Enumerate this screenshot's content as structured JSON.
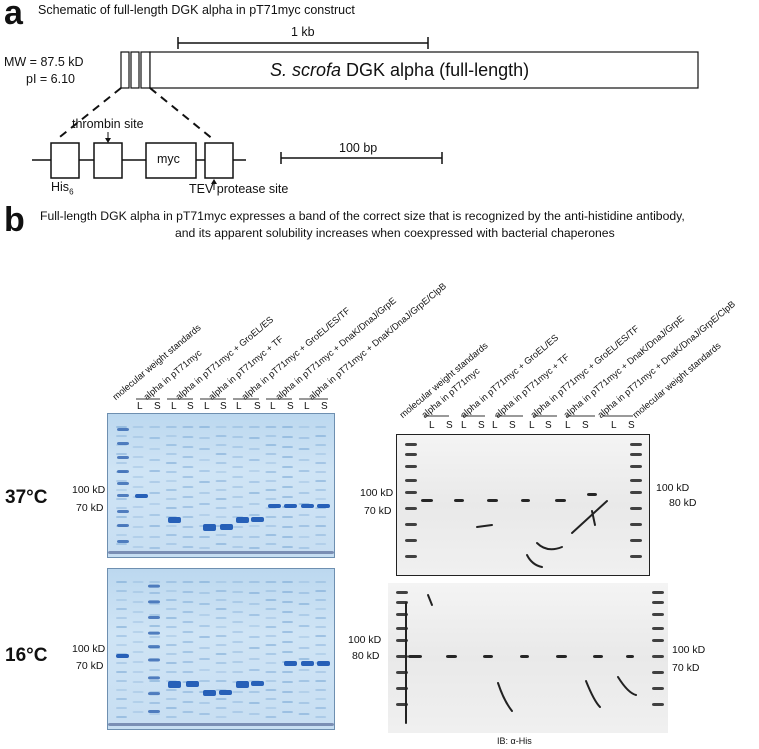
{
  "panel_a": {
    "letter": "a",
    "title": "Schematic of full-length DGK alpha in pT71myc construct",
    "mw": "MW = 87.5 kD",
    "pi": "pI = 6.10",
    "scale_1kb": "1 kb",
    "gene_italic": "S. scrofa",
    "gene_rest": " DGK alpha (full-length)",
    "thrombin": "thrombin site",
    "myc": "myc",
    "his": "His",
    "his_sub": "6",
    "tev": "TEV protease site",
    "scale_100bp": "100 bp"
  },
  "panel_b": {
    "letter": "b",
    "caption_line1": "Full-length DGK alpha in pT71myc expresses a band of the correct size that is recognized by the anti-histidine antibody,",
    "caption_line2": "and its apparent solubility increases when coexpressed with bacterial chaperones",
    "temp_37": "37°C",
    "temp_16": "16°C",
    "left_lanes": [
      "molecular weight standards",
      "alpha in pT71myc",
      "alpha in pT71myc + GroEL/ES",
      "alpha in pT71myc + TF",
      "alpha in pT71myc + GroEL/ES/TF",
      "alpha in pT71myc + DnaK/DnaJ/GrpE",
      "alpha in pT71myc + DnaK/DnaJ/GrpE/ClpB"
    ],
    "right_lanes": [
      "molecular weight standards",
      "alpha in pT71myc",
      "alpha in pT71myc + GroEL/ES",
      "alpha in pT71myc + TF",
      "alpha in pT71myc + GroEL/ES/TF",
      "alpha in pT71myc + DnaK/DnaJ/GrpE",
      "alpha in pT71myc + DnaK/DnaJ/GrpE/ClpB",
      "molecular weight standards"
    ],
    "L": "L",
    "S": "S",
    "mw_100": "100 kD",
    "mw_70": "70 kD",
    "mw_80": "80 kD",
    "footer": "IB: α-His"
  }
}
